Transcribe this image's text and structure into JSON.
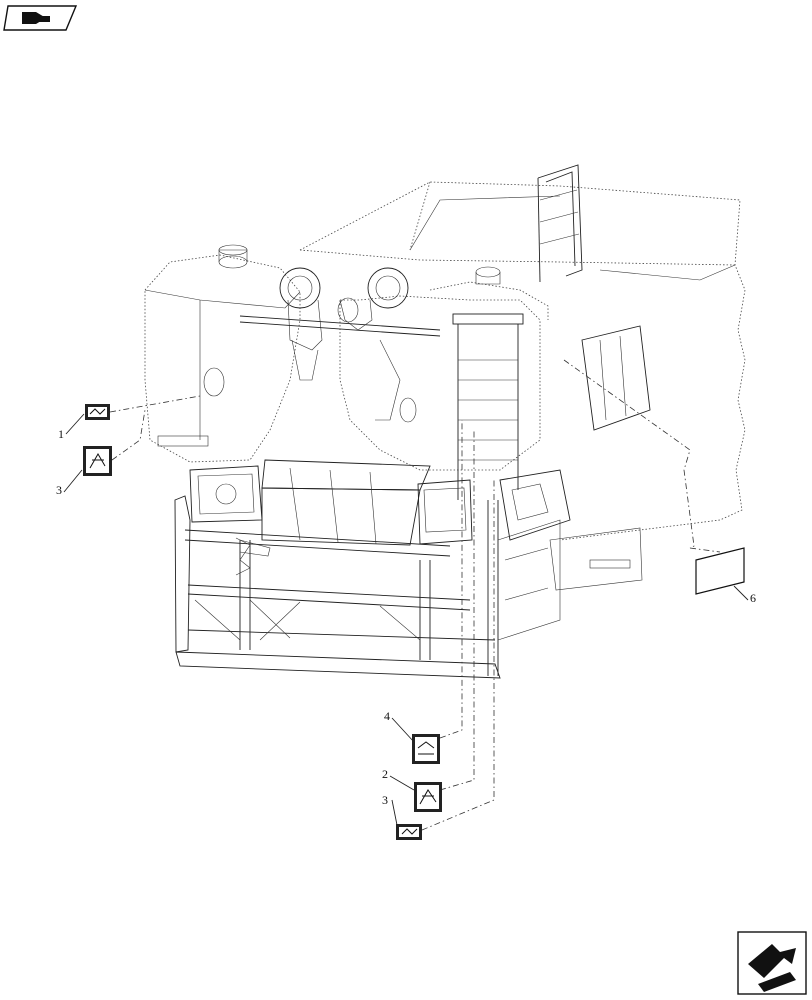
{
  "diagram": {
    "callouts": [
      {
        "id": "c1",
        "label": "1"
      },
      {
        "id": "c3a",
        "label": "3"
      },
      {
        "id": "c4",
        "label": "4"
      },
      {
        "id": "c2",
        "label": "2"
      },
      {
        "id": "c3b",
        "label": "3"
      },
      {
        "id": "c6",
        "label": "6"
      }
    ],
    "icons": {
      "top_left": "book-hand-icon",
      "bottom_right": "next-page-arrow-icon"
    }
  }
}
